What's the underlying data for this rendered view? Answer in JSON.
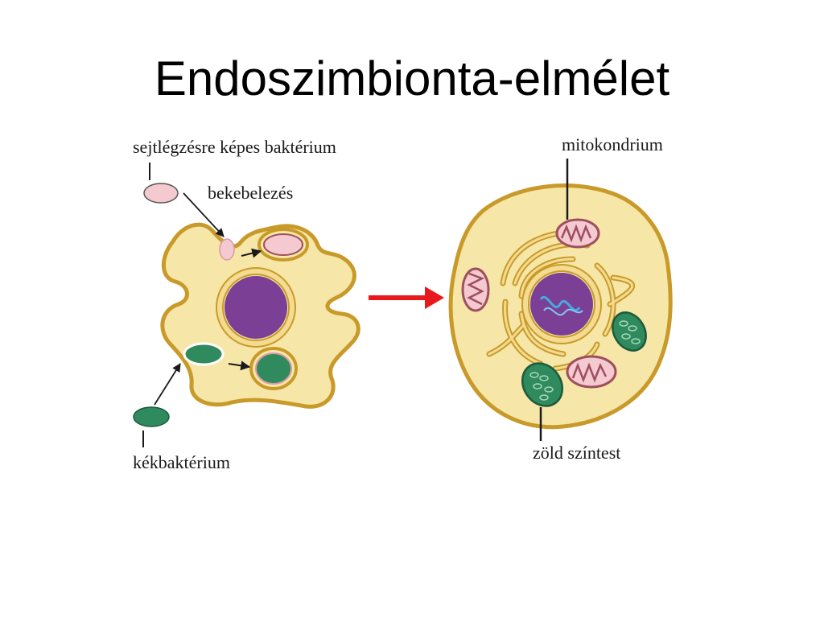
{
  "slide": {
    "title": "Endoszimbionta-elmélet"
  },
  "diagram": {
    "labels": {
      "respiring_bacterium": "sejtlégzésre képes baktérium",
      "engulfment": "bekebelezés",
      "cyanobacterium": "kékbaktérium",
      "mitochondrion": "mitokondrium",
      "chloroplast": "zöld színtest"
    },
    "colors": {
      "cytoplasm": "#f6e7a8",
      "membrane": "#c99a2a",
      "nucleus": "#7b3f96",
      "nuclear_envelope": "#e9c979",
      "mitochondrion_fill": "#f4c9d0",
      "mitochondrion_outline": "#9e4f5e",
      "chloroplast_fill": "#2f8a5e",
      "chloroplast_outline": "#1d5a3b",
      "transition_arrow": "#e8191c",
      "dna": "#4aa8e0"
    }
  }
}
